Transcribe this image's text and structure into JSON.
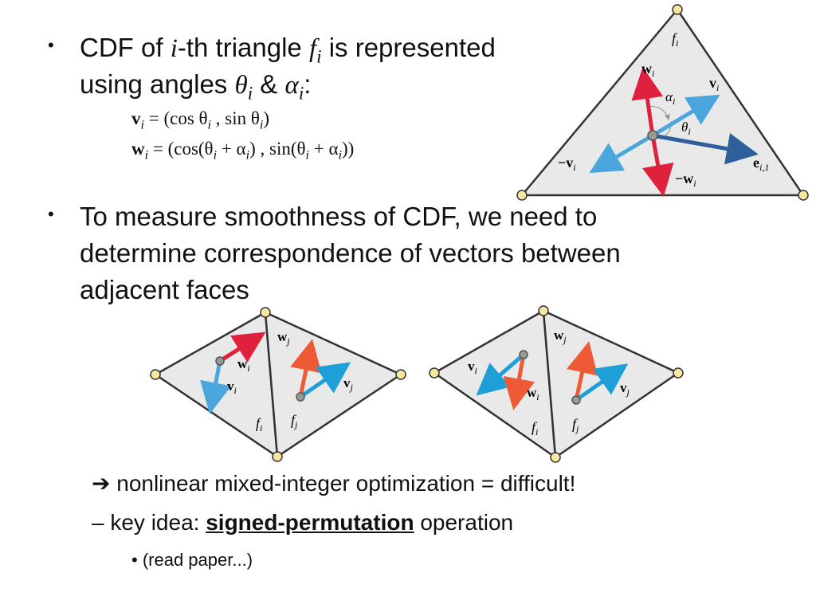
{
  "bullet1": {
    "pre": "CDF of ",
    "i": "i",
    "mid": "-th triangle ",
    "f": "f",
    "f_sub": "i",
    "post": " is represented",
    "line2_pre": "using angles ",
    "theta": "θ",
    "theta_sub": "i",
    "amp": " & ",
    "alpha": "α",
    "alpha_sub": "i",
    "colon": ":"
  },
  "eq1": {
    "lhs": "v",
    "lhs_sub": "i",
    "rhs": " = (cos θ",
    "rhs_sub1": "i",
    "rhs_mid": " , sin θ",
    "rhs_sub2": "i",
    "rhs_end": ")"
  },
  "eq2": {
    "lhs": "w",
    "lhs_sub": "i",
    "p1": " = (cos(θ",
    "s1": "i",
    "p2": " + α",
    "s2": "i",
    "p3": ") , sin(θ",
    "s3": "i",
    "p4": " + α",
    "s4": "i",
    "p5": "))"
  },
  "bullet2": {
    "line1": "To measure smoothness of CDF, we need to",
    "line2": "determine correspondence of vectors between",
    "line3": "adjacent faces"
  },
  "arrow_line": {
    "symbol": "➔",
    "text": " nonlinear mixed-integer optimization = difficult!"
  },
  "dash_line": {
    "dash": "–",
    "pre": " key idea: ",
    "emph": "signed-permutation",
    "post": " operation"
  },
  "dot_line": {
    "dot": "•",
    "text": "(read paper...)"
  },
  "figure_top": {
    "labels": {
      "f": "f",
      "f_sub": "i",
      "w": "w",
      "w_sub": "i",
      "v": "v",
      "v_sub": "i",
      "alpha": "α",
      "alpha_sub": "i",
      "theta": "θ",
      "theta_sub": "i",
      "neg_v": "−v",
      "neg_v_sub": "i",
      "e": "e",
      "e_sub": "i,1",
      "neg_w": "−w",
      "neg_w_sub": "i"
    }
  },
  "figure_left": {
    "labels": {
      "wi": "w",
      "wi_sub": "i",
      "vi": "v",
      "vi_sub": "i",
      "wj": "w",
      "wj_sub": "j",
      "vj": "v",
      "vj_sub": "j",
      "fi": "f",
      "fi_sub": "i",
      "fj": "f",
      "fj_sub": "j"
    }
  },
  "figure_right": {
    "labels": {
      "vi": "v",
      "vi_sub": "i",
      "wi": "w",
      "wi_sub": "i",
      "wj": "w",
      "wj_sub": "j",
      "vj": "v",
      "vj_sub": "j",
      "fi": "f",
      "fi_sub": "i",
      "fj": "f",
      "fj_sub": "j"
    }
  },
  "colors": {
    "red": "#e0213d",
    "blue": "#4aa6dc",
    "darkblue": "#2f5f9a",
    "orange": "#ee5a34",
    "tri_fill": "#e9e9e9",
    "vertex": "#f6e6a0"
  }
}
